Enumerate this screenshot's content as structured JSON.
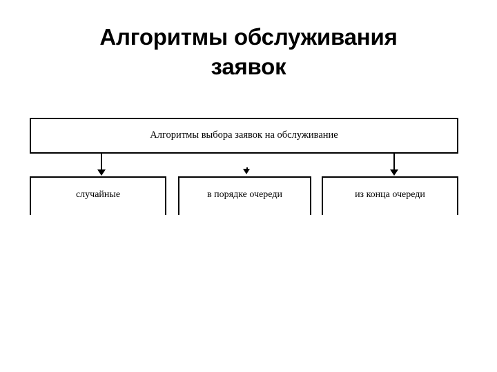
{
  "slide": {
    "background_color": "#ffffff",
    "text_color": "#000000",
    "title": {
      "line1": "Алгоритмы обслуживания",
      "line2": "заявок"
    }
  },
  "diagram": {
    "type": "hierarchy-tree",
    "root": {
      "label": "Алгоритмы выбора заявок на обслуживание"
    },
    "children": [
      {
        "label": "случайные"
      },
      {
        "label": "в порядке очереди"
      },
      {
        "label": "из конца очереди"
      }
    ],
    "connectors": [
      {
        "name": "arrow-to-random",
        "style": "shaft-with-arrowhead"
      },
      {
        "name": "arrow-to-fifo",
        "style": "arrowhead-only"
      },
      {
        "name": "arrow-to-lifo",
        "style": "shaft-with-arrowhead"
      }
    ],
    "border_color": "#000000",
    "fill_color": "#ffffff"
  }
}
